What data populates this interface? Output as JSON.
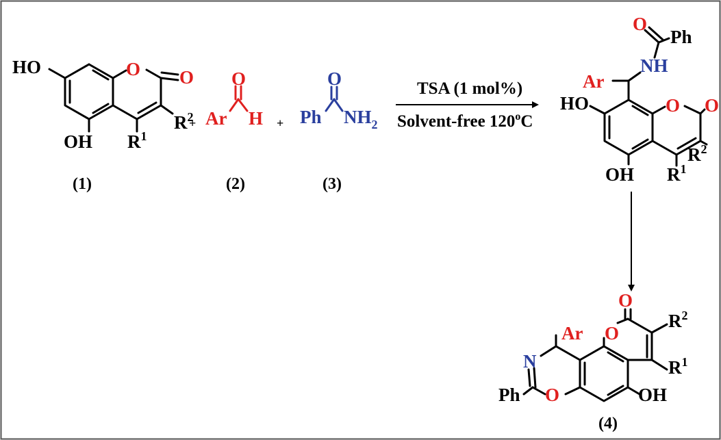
{
  "colors": {
    "black": "#000000",
    "red": "#e0201f",
    "blue": "#2a3f9e",
    "frame": "#555555"
  },
  "atoms": {
    "HO": "HO",
    "OH": "OH",
    "O": "O",
    "H": "H",
    "Ar": "Ar",
    "Ph": "Ph",
    "NH": "NH",
    "N": "N",
    "NH2_main": "NH",
    "NH2_sub": "2",
    "R": "R",
    "sup1": "1",
    "sup2": "2"
  },
  "plus_sign": "+",
  "labels": {
    "c1": "(1)",
    "c2": "(2)",
    "c3": "(3)",
    "c4": "(4)"
  },
  "conditions": {
    "catalyst": "TSA (1 mol%)",
    "medium_prefix": "Solvent-free 120",
    "medium_degree": "o",
    "medium_unit": "C"
  }
}
